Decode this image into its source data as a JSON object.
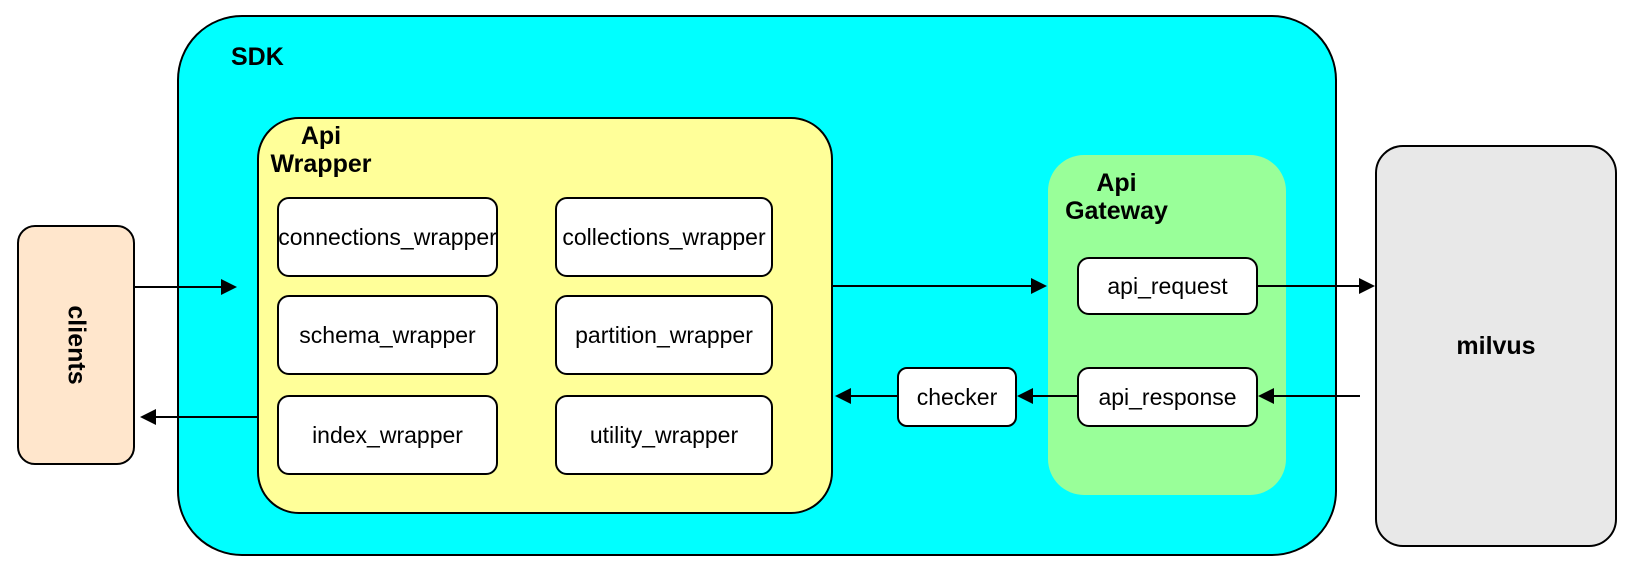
{
  "colors": {
    "canvas_bg": "#FFFFFF",
    "line": "#000000",
    "text": "#000000",
    "sdk_fill": "#00FFFF",
    "api_wrapper_fill": "#FFFF99",
    "api_gateway_fill": "#99FF99",
    "clients_fill": "#FFE6CC",
    "milvus_fill": "#E8E8E8",
    "node_fill": "#FFFFFF"
  },
  "nodes": {
    "clients": {
      "label": "clients"
    },
    "sdk": {
      "label": "SDK"
    },
    "api_wrapper": {
      "label_line1": "Api",
      "label_line2": "Wrapper"
    },
    "wrapper_items": [
      "connections_wrapper",
      "collections_wrapper",
      "schema_wrapper",
      "partition_wrapper",
      "index_wrapper",
      "utility_wrapper"
    ],
    "checker": {
      "label": "checker"
    },
    "api_gateway": {
      "label_line1": "Api",
      "label_line2": "Gateway",
      "items": [
        "api_request",
        "api_response"
      ]
    },
    "milvus": {
      "label": "milvus"
    }
  },
  "edges": [
    {
      "from": "clients",
      "to": "api_wrapper"
    },
    {
      "from": "api_wrapper",
      "to": "api_request"
    },
    {
      "from": "api_request",
      "to": "milvus"
    },
    {
      "from": "milvus",
      "to": "api_response"
    },
    {
      "from": "api_response",
      "to": "checker"
    },
    {
      "from": "checker",
      "to": "api_wrapper"
    },
    {
      "from": "api_wrapper",
      "to": "clients"
    }
  ]
}
